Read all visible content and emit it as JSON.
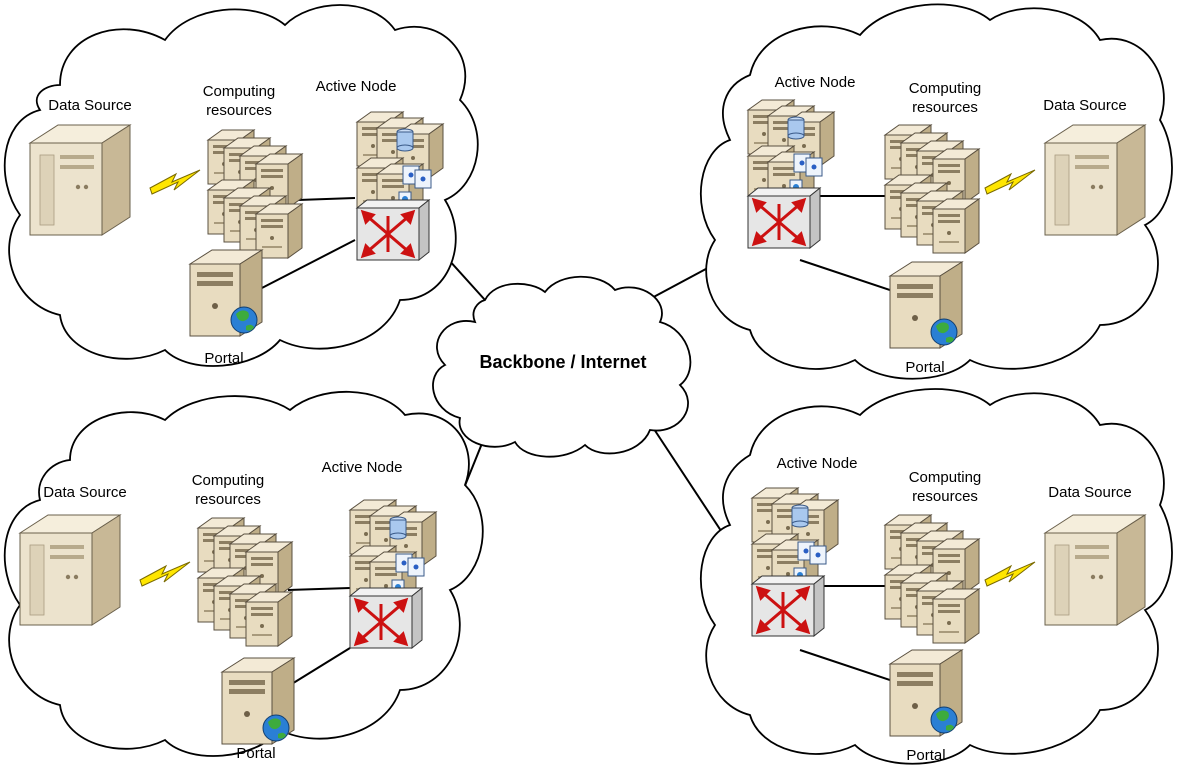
{
  "backbone": {
    "label": "Backbone / Internet"
  },
  "clusters": [
    {
      "id": "top-left",
      "active_node_label": "Active Node",
      "computing_label_1": "Computing",
      "computing_label_2": "resources",
      "data_source_label": "Data Source",
      "portal_label": "Portal"
    },
    {
      "id": "top-right",
      "active_node_label": "Active Node",
      "computing_label_1": "Computing",
      "computing_label_2": "resources",
      "data_source_label": "Data Source",
      "portal_label": "Portal"
    },
    {
      "id": "bottom-left",
      "active_node_label": "Active Node",
      "computing_label_1": "Computing",
      "computing_label_2": "resources",
      "data_source_label": "Data Source",
      "portal_label": "Portal"
    },
    {
      "id": "bottom-right",
      "active_node_label": "Active Node",
      "computing_label_1": "Computing",
      "computing_label_2": "resources",
      "data_source_label": "Data Source",
      "portal_label": "Portal"
    }
  ],
  "colors": {
    "server_face": "#e8dcc0",
    "server_side": "#bfae88",
    "server_top": "#f3ead6",
    "switch_face": "#e6e6e6",
    "switch_arrows": "#cc1111",
    "lightning": "#ffe600",
    "globe": "#2a7fd4",
    "database": "#a9c8ee"
  }
}
